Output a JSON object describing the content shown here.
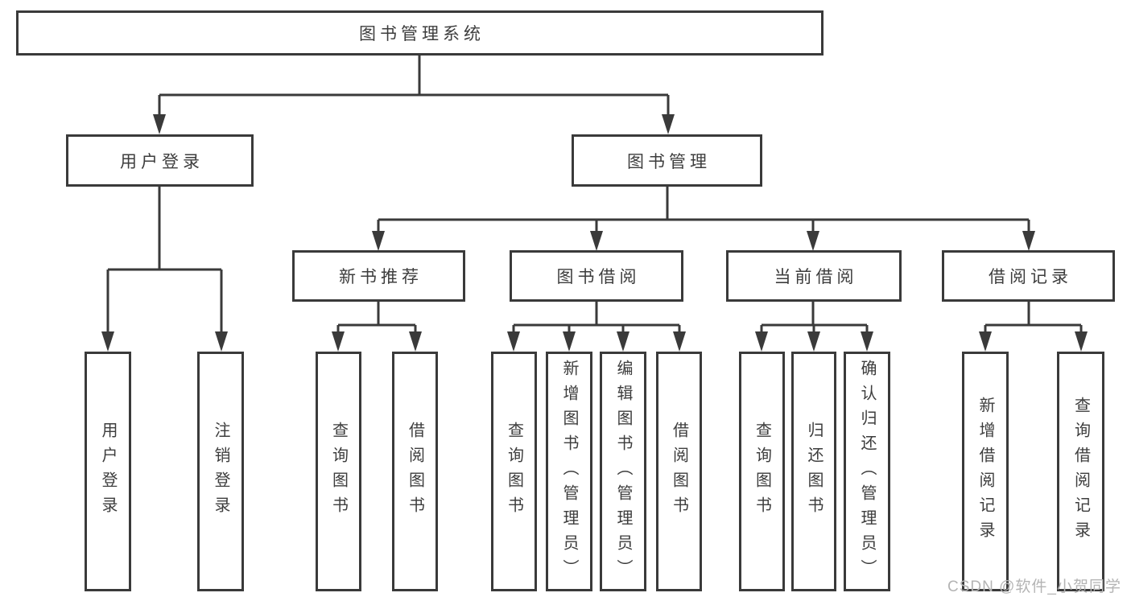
{
  "diagram": {
    "title": "图书管理系统",
    "branches": [
      {
        "label": "用户登录",
        "children": [
          "用户登录",
          "注销登录"
        ]
      },
      {
        "label": "图书管理",
        "groups": [
          {
            "label": "新书推荐",
            "children": [
              "查询图书",
              "借阅图书"
            ]
          },
          {
            "label": "图书借阅",
            "children": [
              "查询图书",
              "新增图书（管理员）",
              "编辑图书（管理员）",
              "借阅图书"
            ]
          },
          {
            "label": "当前借阅",
            "children": [
              "查询图书",
              "归还图书",
              "确认归还（管理员）"
            ]
          },
          {
            "label": "借阅记录",
            "children": [
              "新增借阅记录",
              "查询借阅记录"
            ]
          }
        ]
      }
    ]
  },
  "watermark": "CSDN @软件_小贺同学",
  "colors": {
    "line": "#3a3a3a",
    "box_border": "#3a3a3a",
    "text": "#3d3d3d",
    "watermark": "#b4b4b4"
  }
}
